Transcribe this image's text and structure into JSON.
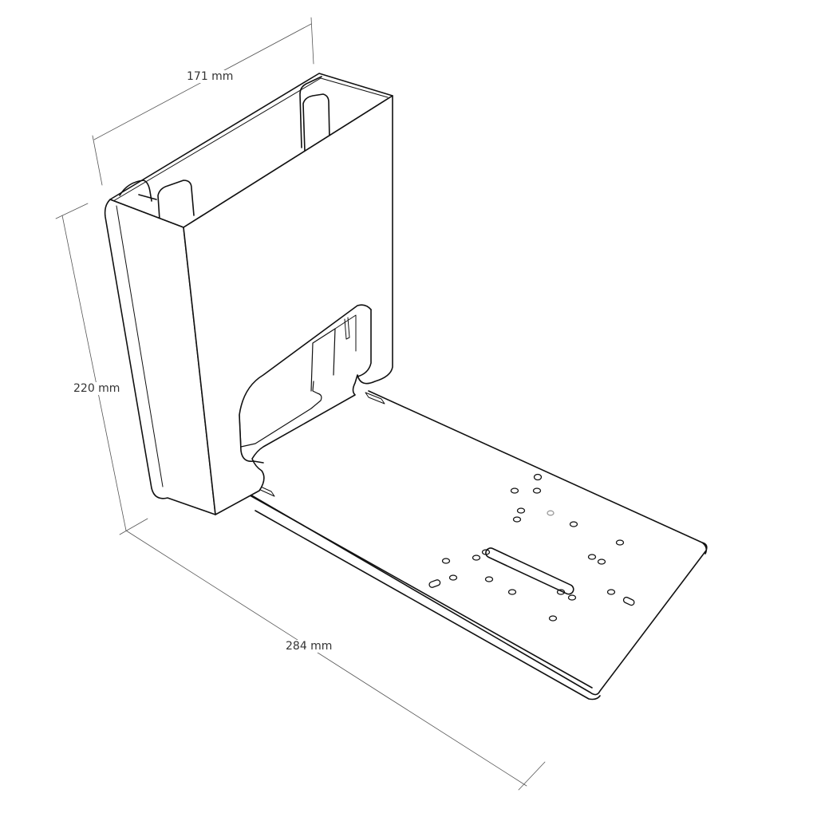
{
  "drawing": {
    "subject": "bracket-with-mounting-plate",
    "line_color": "#111111",
    "dimension_color": "#444444",
    "dimensions": {
      "width": "171 mm",
      "height": "220 mm",
      "length": "284 mm"
    }
  }
}
